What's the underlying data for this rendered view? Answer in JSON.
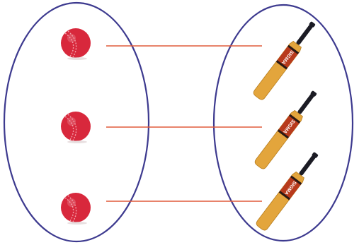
{
  "diagram": {
    "type": "one-to-one-correspondence",
    "left_set": {
      "item": "cricket-ball",
      "count": 3
    },
    "right_set": {
      "item": "cricket-bat",
      "count": 3
    },
    "pairs": 3,
    "bat_brand_text": "SIGMA"
  },
  "colors": {
    "set_outline": "#3d3a8f",
    "connector": "#e05a3a",
    "ball_red": "#d8283c",
    "ball_seam": "#f2a0aa",
    "bat_handle": "#1b1b24",
    "bat_blade": "#e3a53c",
    "bat_label": "#b83a1c",
    "bat_label_text": "#ffffff"
  }
}
